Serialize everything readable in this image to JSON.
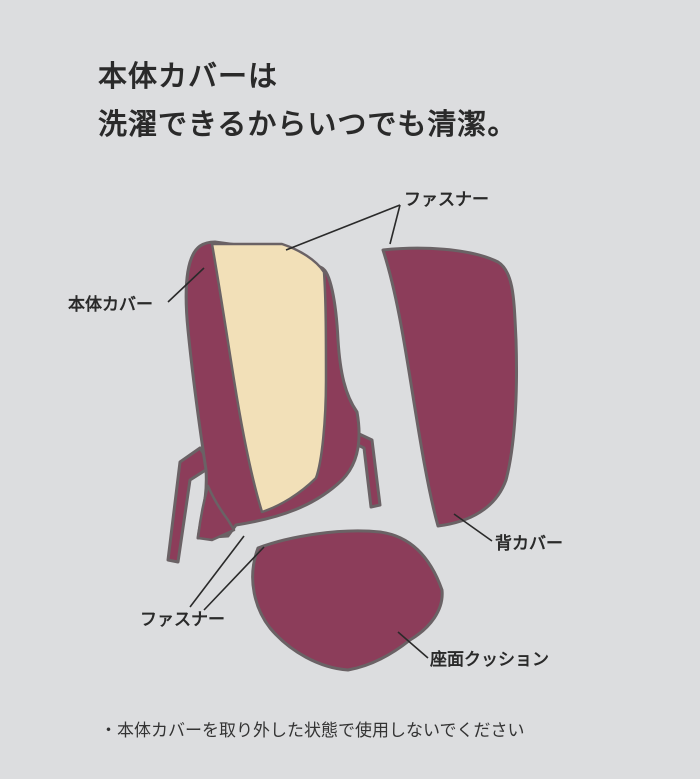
{
  "headline": {
    "line1": "本体カバーは",
    "line2": "洗濯できるからいつでも清潔。"
  },
  "labels": {
    "zipper_top": "ファスナー",
    "body_cover": "本体カバー",
    "back_cover": "背カバー",
    "zipper_bottom": "ファスナー",
    "seat_cushion": "座面クッション"
  },
  "footnote": "・本体カバーを取り外した状態で使用しないでください",
  "colors": {
    "background": "#dcdddf",
    "cover": "#8c3d5a",
    "cover_outline": "#6a6265",
    "inner_fabric": "#f2e0b8",
    "text": "#2a2a2a"
  }
}
